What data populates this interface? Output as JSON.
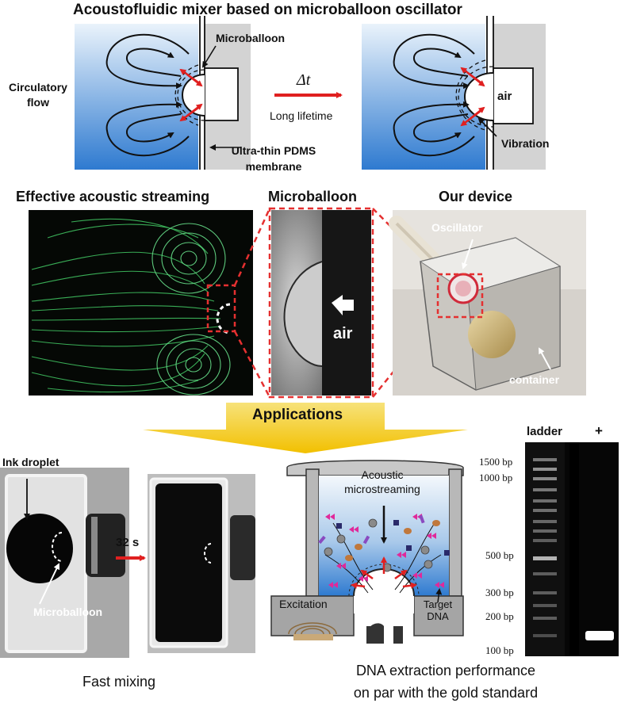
{
  "title": "Acoustofluidic mixer based on microballoon oscillator",
  "schematic": {
    "left": {
      "microballoon_label": "Microballoon",
      "circulatory_flow_label": "Circulatory flow",
      "membrane_label": "Ultra-thin PDMS membrane"
    },
    "arrow": {
      "delta_t": "Δt",
      "caption": "Long lifetime"
    },
    "right": {
      "air_label": "air",
      "vibration_label": "Vibration"
    }
  },
  "middle": {
    "streaming": {
      "title": "Effective acoustic streaming"
    },
    "microballoon": {
      "title": "Microballoon",
      "air_label": "air"
    },
    "device": {
      "title": "Our device",
      "oscillator_label": "Oscillator",
      "container_label": "container"
    }
  },
  "applications_label": "Applications",
  "mixing": {
    "ink_droplet_label": "Ink droplet",
    "microballoon_label": "Microballoon",
    "time_label": "32 s",
    "caption": "Fast mixing"
  },
  "extraction": {
    "streaming_label": "Acoustic microstreaming",
    "excitation_label": "Excitation",
    "target_label": "Target DNA",
    "caption_line1": "DNA extraction performance",
    "caption_line2": "on par with the gold standard"
  },
  "gel": {
    "lanes": [
      "ladder",
      "+"
    ],
    "markers": [
      "1500 bp",
      "1000 bp",
      "500 bp",
      "300 bp",
      "200 bp",
      "100 bp"
    ]
  },
  "colors": {
    "arrow_red": "#e02020",
    "dash_red": "#e53030",
    "banner_yellow": "#f2c200",
    "water_blue": "#2f7ed3",
    "stream_green": "#3fbf5f"
  }
}
